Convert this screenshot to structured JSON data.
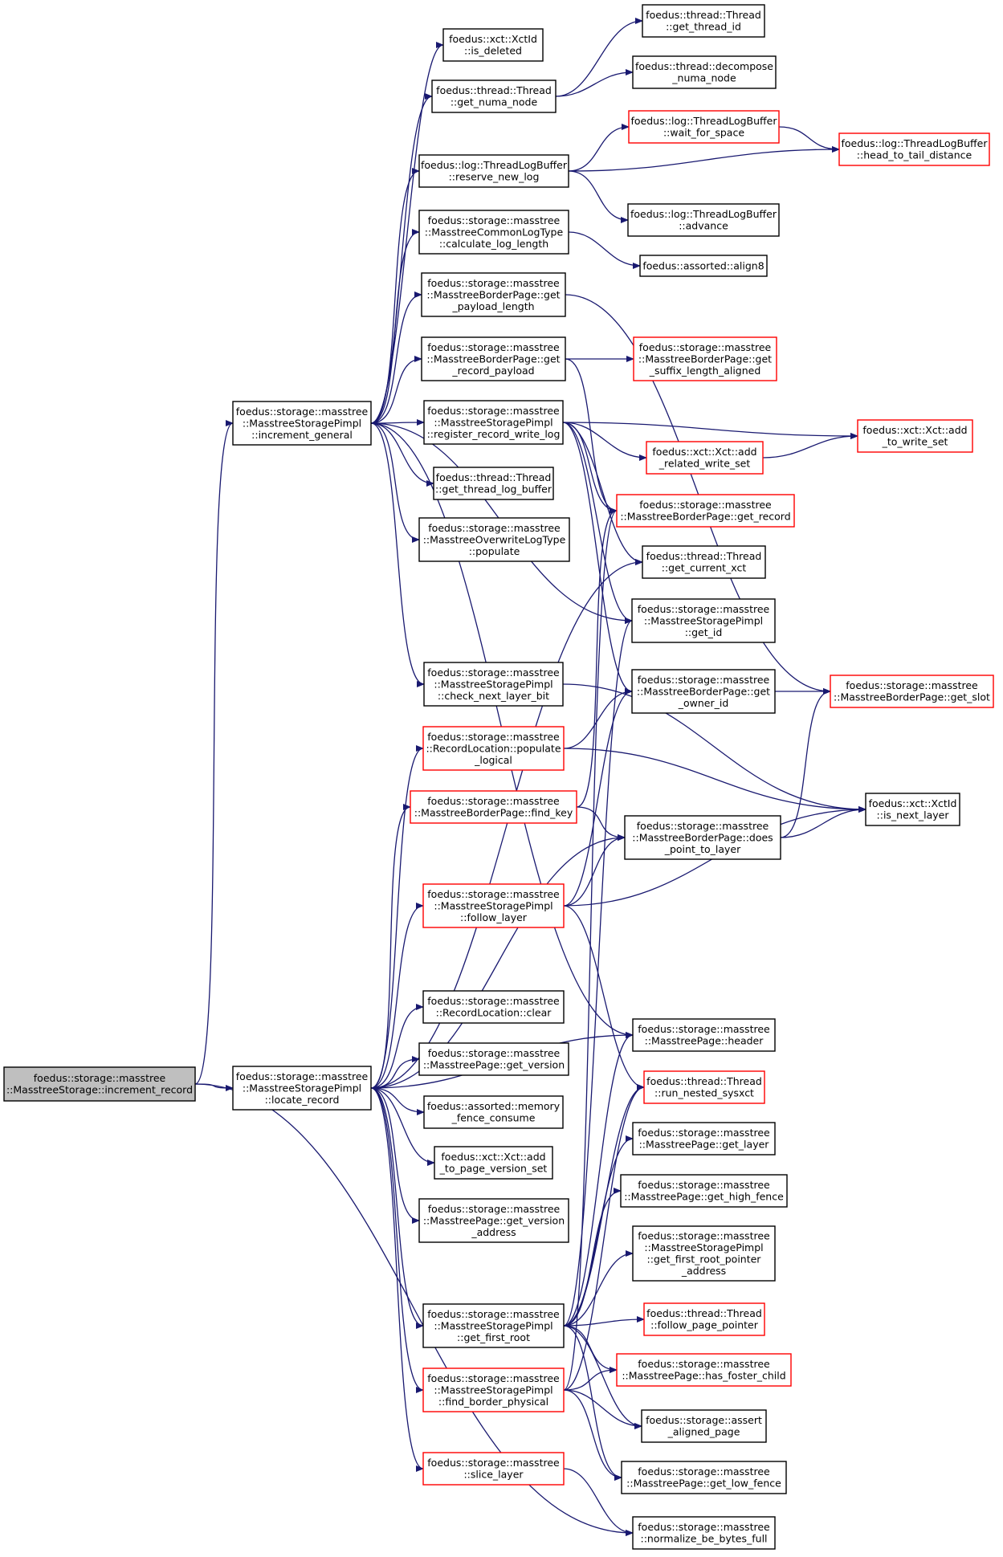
{
  "colors": {
    "edge": "#191970",
    "node_border": "#000000",
    "node_border_incomplete": "#ff0000",
    "root_fill": "#bfbfbf",
    "node_fill": "#ffffff"
  },
  "nodes": [
    {
      "id": "root",
      "lines": [
        "foedus::storage::masstree",
        "::MasstreeStorage::increment_record"
      ],
      "style": "root"
    },
    {
      "id": "inc_gen",
      "lines": [
        "foedus::storage::masstree",
        "::MasstreeStoragePimpl",
        "::increment_general"
      ],
      "style": "normal"
    },
    {
      "id": "loc_rec",
      "lines": [
        "foedus::storage::masstree",
        "::MasstreeStoragePimpl",
        "::locate_record"
      ],
      "style": "normal"
    },
    {
      "id": "is_deleted",
      "lines": [
        "foedus::xct::XctId",
        "::is_deleted"
      ],
      "style": "normal"
    },
    {
      "id": "get_numa",
      "lines": [
        "foedus::thread::Thread",
        "::get_numa_node"
      ],
      "style": "normal"
    },
    {
      "id": "get_thread_id",
      "lines": [
        "foedus::thread::Thread",
        "::get_thread_id"
      ],
      "style": "normal"
    },
    {
      "id": "decompose",
      "lines": [
        "foedus::thread::decompose",
        "_numa_node"
      ],
      "style": "normal"
    },
    {
      "id": "reserve",
      "lines": [
        "foedus::log::ThreadLogBuffer",
        "::reserve_new_log"
      ],
      "style": "normal"
    },
    {
      "id": "wait_space",
      "lines": [
        "foedus::log::ThreadLogBuffer",
        "::wait_for_space"
      ],
      "style": "red"
    },
    {
      "id": "head_tail",
      "lines": [
        "foedus::log::ThreadLogBuffer",
        "::head_to_tail_distance"
      ],
      "style": "red"
    },
    {
      "id": "advance",
      "lines": [
        "foedus::log::ThreadLogBuffer",
        "::advance"
      ],
      "style": "normal"
    },
    {
      "id": "calc_log",
      "lines": [
        "foedus::storage::masstree",
        "::MasstreeCommonLogType",
        "::calculate_log_length"
      ],
      "style": "normal"
    },
    {
      "id": "align8",
      "lines": [
        "foedus::assorted::align8"
      ],
      "style": "normal"
    },
    {
      "id": "get_payload",
      "lines": [
        "foedus::storage::masstree",
        "::MasstreeBorderPage::get",
        "_payload_length"
      ],
      "style": "normal"
    },
    {
      "id": "get_rec_payload",
      "lines": [
        "foedus::storage::masstree",
        "::MasstreeBorderPage::get",
        "_record_payload"
      ],
      "style": "normal"
    },
    {
      "id": "suffix_len",
      "lines": [
        "foedus::storage::masstree",
        "::MasstreeBorderPage::get",
        "_suffix_length_aligned"
      ],
      "style": "red"
    },
    {
      "id": "reg_write",
      "lines": [
        "foedus::storage::masstree",
        "::MasstreeStoragePimpl",
        "::register_record_write_log"
      ],
      "style": "normal"
    },
    {
      "id": "add_write",
      "lines": [
        "foedus::xct::Xct::add",
        "_to_write_set"
      ],
      "style": "red"
    },
    {
      "id": "add_related",
      "lines": [
        "foedus::xct::Xct::add",
        "_related_write_set"
      ],
      "style": "red"
    },
    {
      "id": "get_tlb",
      "lines": [
        "foedus::thread::Thread",
        "::get_thread_log_buffer"
      ],
      "style": "normal"
    },
    {
      "id": "get_record",
      "lines": [
        "foedus::storage::masstree",
        "::MasstreeBorderPage::get_record"
      ],
      "style": "red"
    },
    {
      "id": "overwrite_pop",
      "lines": [
        "foedus::storage::masstree",
        "::MasstreeOverwriteLogType",
        "::populate"
      ],
      "style": "normal"
    },
    {
      "id": "get_cur_xct",
      "lines": [
        "foedus::thread::Thread",
        "::get_current_xct"
      ],
      "style": "normal"
    },
    {
      "id": "get_id",
      "lines": [
        "foedus::storage::masstree",
        "::MasstreeStoragePimpl",
        "::get_id"
      ],
      "style": "normal"
    },
    {
      "id": "check_next",
      "lines": [
        "foedus::storage::masstree",
        "::MasstreeStoragePimpl",
        "::check_next_layer_bit"
      ],
      "style": "normal"
    },
    {
      "id": "get_owner",
      "lines": [
        "foedus::storage::masstree",
        "::MasstreeBorderPage::get",
        "_owner_id"
      ],
      "style": "normal"
    },
    {
      "id": "get_slot",
      "lines": [
        "foedus::storage::masstree",
        "::MasstreeBorderPage::get_slot"
      ],
      "style": "red"
    },
    {
      "id": "rl_pop",
      "lines": [
        "foedus::storage::masstree",
        "::RecordLocation::populate",
        "_logical"
      ],
      "style": "red"
    },
    {
      "id": "find_key",
      "lines": [
        "foedus::storage::masstree",
        "::MasstreeBorderPage::find_key"
      ],
      "style": "red"
    },
    {
      "id": "does_point",
      "lines": [
        "foedus::storage::masstree",
        "::MasstreeBorderPage::does",
        "_point_to_layer"
      ],
      "style": "normal"
    },
    {
      "id": "is_next",
      "lines": [
        "foedus::xct::XctId",
        "::is_next_layer"
      ],
      "style": "normal"
    },
    {
      "id": "follow_layer",
      "lines": [
        "foedus::storage::masstree",
        "::MasstreeStoragePimpl",
        "::follow_layer"
      ],
      "style": "red"
    },
    {
      "id": "rl_clear",
      "lines": [
        "foedus::storage::masstree",
        "::RecordLocation::clear"
      ],
      "style": "normal"
    },
    {
      "id": "header",
      "lines": [
        "foedus::storage::masstree",
        "::MasstreePage::header"
      ],
      "style": "normal"
    },
    {
      "id": "get_version",
      "lines": [
        "foedus::storage::masstree",
        "::MasstreePage::get_version"
      ],
      "style": "normal"
    },
    {
      "id": "run_nested",
      "lines": [
        "foedus::thread::Thread",
        "::run_nested_sysxct"
      ],
      "style": "red"
    },
    {
      "id": "mem_fence",
      "lines": [
        "foedus::assorted::memory",
        "_fence_consume"
      ],
      "style": "normal"
    },
    {
      "id": "get_layer",
      "lines": [
        "foedus::storage::masstree",
        "::MasstreePage::get_layer"
      ],
      "style": "normal"
    },
    {
      "id": "add_pv",
      "lines": [
        "foedus::xct::Xct::add",
        "_to_page_version_set"
      ],
      "style": "normal"
    },
    {
      "id": "high_fence",
      "lines": [
        "foedus::storage::masstree",
        "::MasstreePage::get_high_fence"
      ],
      "style": "normal"
    },
    {
      "id": "get_ver_addr",
      "lines": [
        "foedus::storage::masstree",
        "::MasstreePage::get_version",
        "_address"
      ],
      "style": "normal"
    },
    {
      "id": "first_root_ptr",
      "lines": [
        "foedus::storage::masstree",
        "::MasstreeStoragePimpl",
        "::get_first_root_pointer",
        "_address"
      ],
      "style": "normal"
    },
    {
      "id": "get_first_root",
      "lines": [
        "foedus::storage::masstree",
        "::MasstreeStoragePimpl",
        "::get_first_root"
      ],
      "style": "normal"
    },
    {
      "id": "follow_ptr",
      "lines": [
        "foedus::thread::Thread",
        "::follow_page_pointer"
      ],
      "style": "red"
    },
    {
      "id": "find_border",
      "lines": [
        "foedus::storage::masstree",
        "::MasstreeStoragePimpl",
        "::find_border_physical"
      ],
      "style": "red"
    },
    {
      "id": "foster",
      "lines": [
        "foedus::storage::masstree",
        "::MasstreePage::has_foster_child"
      ],
      "style": "red"
    },
    {
      "id": "assert_aligned",
      "lines": [
        "foedus::storage::assert",
        "_aligned_page"
      ],
      "style": "normal"
    },
    {
      "id": "low_fence",
      "lines": [
        "foedus::storage::masstree",
        "::MasstreePage::get_low_fence"
      ],
      "style": "normal"
    },
    {
      "id": "slice_layer",
      "lines": [
        "foedus::storage::masstree",
        "::slice_layer"
      ],
      "style": "red"
    },
    {
      "id": "normalize",
      "lines": [
        "foedus::storage::masstree",
        "::normalize_be_bytes_full"
      ],
      "style": "normal"
    }
  ],
  "edges": [
    [
      "root",
      "inc_gen"
    ],
    [
      "root",
      "loc_rec"
    ],
    [
      "root",
      "normalize"
    ],
    [
      "inc_gen",
      "is_deleted"
    ],
    [
      "inc_gen",
      "get_numa"
    ],
    [
      "inc_gen",
      "reserve"
    ],
    [
      "inc_gen",
      "calc_log"
    ],
    [
      "inc_gen",
      "get_payload"
    ],
    [
      "inc_gen",
      "get_rec_payload"
    ],
    [
      "inc_gen",
      "reg_write"
    ],
    [
      "inc_gen",
      "get_tlb"
    ],
    [
      "inc_gen",
      "overwrite_pop"
    ],
    [
      "inc_gen",
      "get_id"
    ],
    [
      "inc_gen",
      "check_next"
    ],
    [
      "inc_gen",
      "header"
    ],
    [
      "get_numa",
      "get_thread_id"
    ],
    [
      "get_numa",
      "decompose"
    ],
    [
      "reserve",
      "wait_space"
    ],
    [
      "reserve",
      "head_tail"
    ],
    [
      "reserve",
      "advance"
    ],
    [
      "wait_space",
      "head_tail"
    ],
    [
      "calc_log",
      "align8"
    ],
    [
      "get_payload",
      "get_slot"
    ],
    [
      "get_rec_payload",
      "suffix_len"
    ],
    [
      "get_rec_payload",
      "get_record"
    ],
    [
      "reg_write",
      "add_write"
    ],
    [
      "reg_write",
      "add_related"
    ],
    [
      "reg_write",
      "get_record"
    ],
    [
      "reg_write",
      "get_cur_xct"
    ],
    [
      "reg_write",
      "get_id"
    ],
    [
      "reg_write",
      "get_owner"
    ],
    [
      "add_related",
      "add_write"
    ],
    [
      "get_owner",
      "get_slot"
    ],
    [
      "check_next",
      "is_next"
    ],
    [
      "rl_pop",
      "get_owner"
    ],
    [
      "rl_pop",
      "is_next"
    ],
    [
      "find_key",
      "get_record"
    ],
    [
      "find_key",
      "does_point"
    ],
    [
      "does_point",
      "get_slot"
    ],
    [
      "does_point",
      "is_next"
    ],
    [
      "follow_layer",
      "does_point"
    ],
    [
      "follow_layer",
      "is_next"
    ],
    [
      "follow_layer",
      "get_owner"
    ],
    [
      "follow_layer",
      "run_nested"
    ],
    [
      "loc_rec",
      "get_cur_xct"
    ],
    [
      "loc_rec",
      "rl_pop"
    ],
    [
      "loc_rec",
      "find_key"
    ],
    [
      "loc_rec",
      "does_point"
    ],
    [
      "loc_rec",
      "follow_layer"
    ],
    [
      "loc_rec",
      "rl_clear"
    ],
    [
      "loc_rec",
      "get_version"
    ],
    [
      "loc_rec",
      "mem_fence"
    ],
    [
      "loc_rec",
      "add_pv"
    ],
    [
      "loc_rec",
      "get_ver_addr"
    ],
    [
      "loc_rec",
      "get_first_root"
    ],
    [
      "loc_rec",
      "find_border"
    ],
    [
      "loc_rec",
      "slice_layer"
    ],
    [
      "loc_rec",
      "header"
    ],
    [
      "get_first_root",
      "get_id"
    ],
    [
      "get_first_root",
      "header"
    ],
    [
      "get_first_root",
      "run_nested"
    ],
    [
      "get_first_root",
      "get_layer"
    ],
    [
      "get_first_root",
      "high_fence"
    ],
    [
      "get_first_root",
      "first_root_ptr"
    ],
    [
      "get_first_root",
      "follow_ptr"
    ],
    [
      "get_first_root",
      "foster"
    ],
    [
      "get_first_root",
      "assert_aligned"
    ],
    [
      "get_first_root",
      "low_fence"
    ],
    [
      "find_border",
      "get_record"
    ],
    [
      "find_border",
      "run_nested"
    ],
    [
      "find_border",
      "foster"
    ],
    [
      "find_border",
      "assert_aligned"
    ],
    [
      "find_border",
      "low_fence"
    ],
    [
      "slice_layer",
      "normalize"
    ]
  ]
}
